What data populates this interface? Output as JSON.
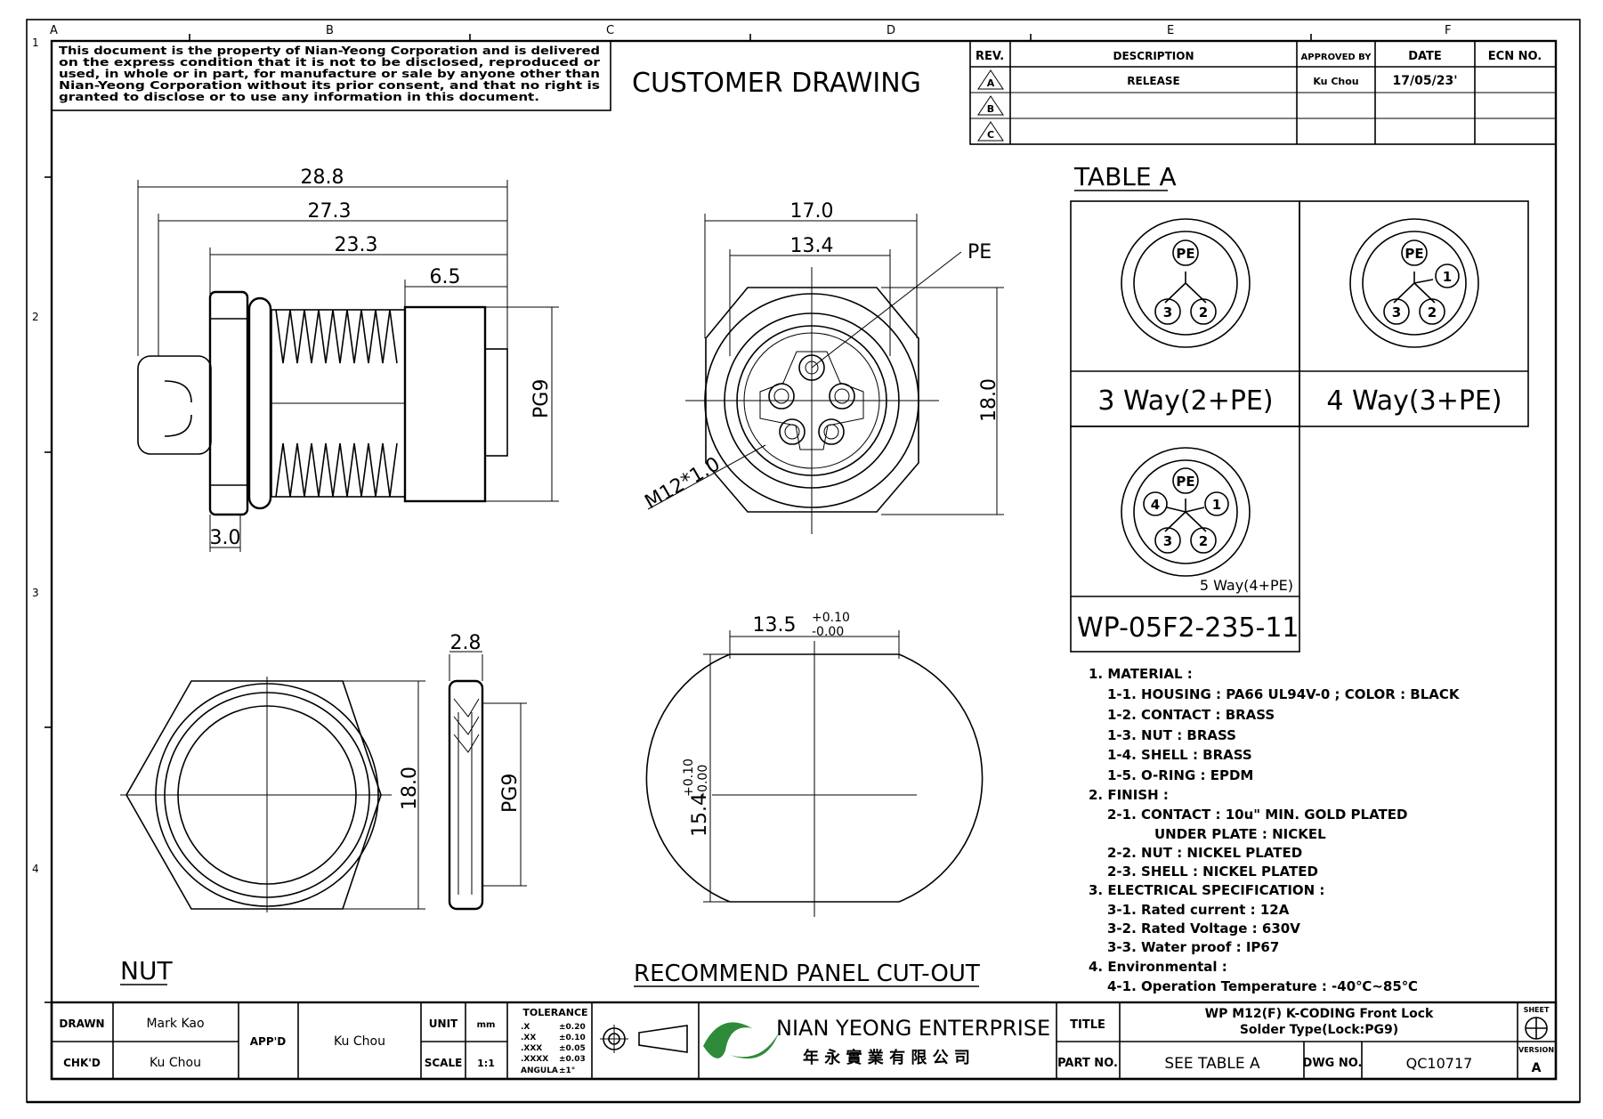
{
  "zone_letters": [
    "A",
    "B",
    "C",
    "D",
    "E",
    "F"
  ],
  "zone_numbers": [
    "1",
    "2",
    "3",
    "4"
  ],
  "notice": [
    "This document is the property of Nian-Yeong Corporation and is delivered",
    "on the express condition that it is not to be disclosed, reproduced or",
    "used, in whole or in part, for manufacture or sale by anyone other than",
    "Nian-Yeong Corporation without its prior consent, and that no right is",
    "granted to disclose or to use any information in this document."
  ],
  "doc_title": "CUSTOMER DRAWING",
  "revision_table": {
    "headers": [
      "REV.",
      "DESCRIPTION",
      "APPROVED BY",
      "DATE",
      "ECN NO."
    ],
    "rows": [
      {
        "rev": "A",
        "description": "RELEASE",
        "approved": "Ku Chou",
        "date": "17/05/23'",
        "ecn": ""
      },
      {
        "rev": "B",
        "description": "",
        "approved": "",
        "date": "",
        "ecn": ""
      },
      {
        "rev": "C",
        "description": "",
        "approved": "",
        "date": "",
        "ecn": ""
      }
    ]
  },
  "side_view": {
    "dims": [
      "28.8",
      "27.3",
      "23.3",
      "6.5",
      "3.0"
    ],
    "thread": "PG9"
  },
  "front_view": {
    "dims": [
      "17.0",
      "13.4",
      "18.0"
    ],
    "pe": "PE",
    "thread": "M12*1.0"
  },
  "nut_view": {
    "dims": [
      "18.0",
      "2.8"
    ],
    "thread": "PG9",
    "label": "NUT"
  },
  "cutout_view": {
    "width": "13.5",
    "width_tol_upper": "+0.10",
    "width_tol_lower": "-0.00",
    "height": "15.4",
    "height_tol_upper": "+0.10",
    "height_tol_lower": "-0.00",
    "label": "RECOMMEND PANEL CUT-OUT"
  },
  "table_a": {
    "title": "TABLE A",
    "layouts": [
      {
        "label": "3 Way(2+PE)",
        "pins": [
          "PE",
          "3",
          "2"
        ]
      },
      {
        "label": "4 Way(3+PE)",
        "pins": [
          "PE",
          "1",
          "3",
          "2"
        ]
      },
      {
        "label": "5 Way(4+PE)",
        "pins": [
          "PE",
          "4",
          "1",
          "3",
          "2"
        ]
      }
    ],
    "part_number": "WP-05F2-235-11"
  },
  "notes": [
    "1. MATERIAL :",
    "1-1. HOUSING : PA66 UL94V-0 ; COLOR : BLACK",
    "1-2. CONTACT : BRASS",
    "1-3. NUT : BRASS",
    "1-4. SHELL : BRASS",
    "1-5. O-RING : EPDM",
    "2. FINISH :",
    "2-1. CONTACT : 10u\" MIN. GOLD PLATED",
    "UNDER PLATE : NICKEL",
    "2-2. NUT : NICKEL PLATED",
    "2-3. SHELL : NICKEL PLATED",
    "3. ELECTRICAL SPECIFICATION :",
    "3-1. Rated current : 12A",
    "3-2. Rated Voltage : 630V",
    "3-3. Water proof : IP67",
    "4. Environmental :",
    "4-1. Operation Temperature : -40℃~85℃"
  ],
  "title_block": {
    "drawn_label": "DRAWN",
    "drawn": "Mark Kao",
    "chkd_label": "CHK'D",
    "chkd": "Ku Chou",
    "appd_label": "APP'D",
    "appd": "Ku Chou",
    "unit_label": "UNIT",
    "unit": "mm",
    "scale_label": "SCALE",
    "scale": "1:1",
    "tolerance_title": "TOLERANCE",
    "tolerances": [
      {
        "k": ".X",
        "v": "±0.20"
      },
      {
        "k": ".XX",
        "v": "±0.10"
      },
      {
        "k": ".XXX",
        "v": "±0.05"
      },
      {
        "k": ".XXXX",
        "v": "±0.03"
      },
      {
        "k": "ANGULA",
        "v": "±1°"
      }
    ],
    "company": "NIAN YEONG ENTERPRISE",
    "company_cn": "年 永 實 業 有 限 公 司",
    "title_label": "TITLE",
    "title_line1": "WP M12(F) K-CODING Front Lock",
    "title_line2": "Solder Type(Lock:PG9)",
    "part_label": "PART NO.",
    "part": "SEE TABLE A",
    "dwg_label": "DWG NO.",
    "dwg": "QC10717",
    "sheet_label": "SHEET",
    "version_label": "VERSION",
    "version": "A"
  },
  "colors": {
    "ink": "#000000",
    "logo_green": "#2e8b3a"
  }
}
